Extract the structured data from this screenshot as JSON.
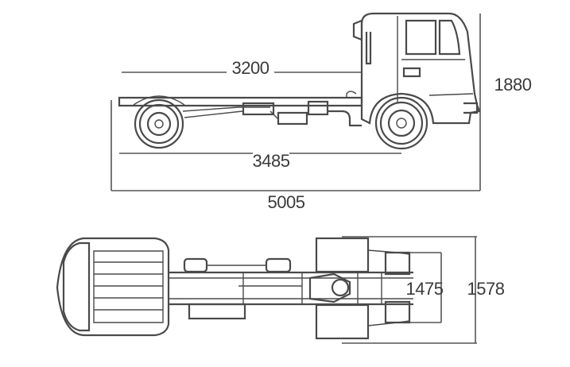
{
  "side_view": {
    "wheelbase_label": "3200",
    "height_label": "1880",
    "cab_to_axle_label": "3485",
    "overall_length_label": "5005"
  },
  "top_view": {
    "rear_track_label": "1475",
    "overall_width_label": "1578"
  }
}
